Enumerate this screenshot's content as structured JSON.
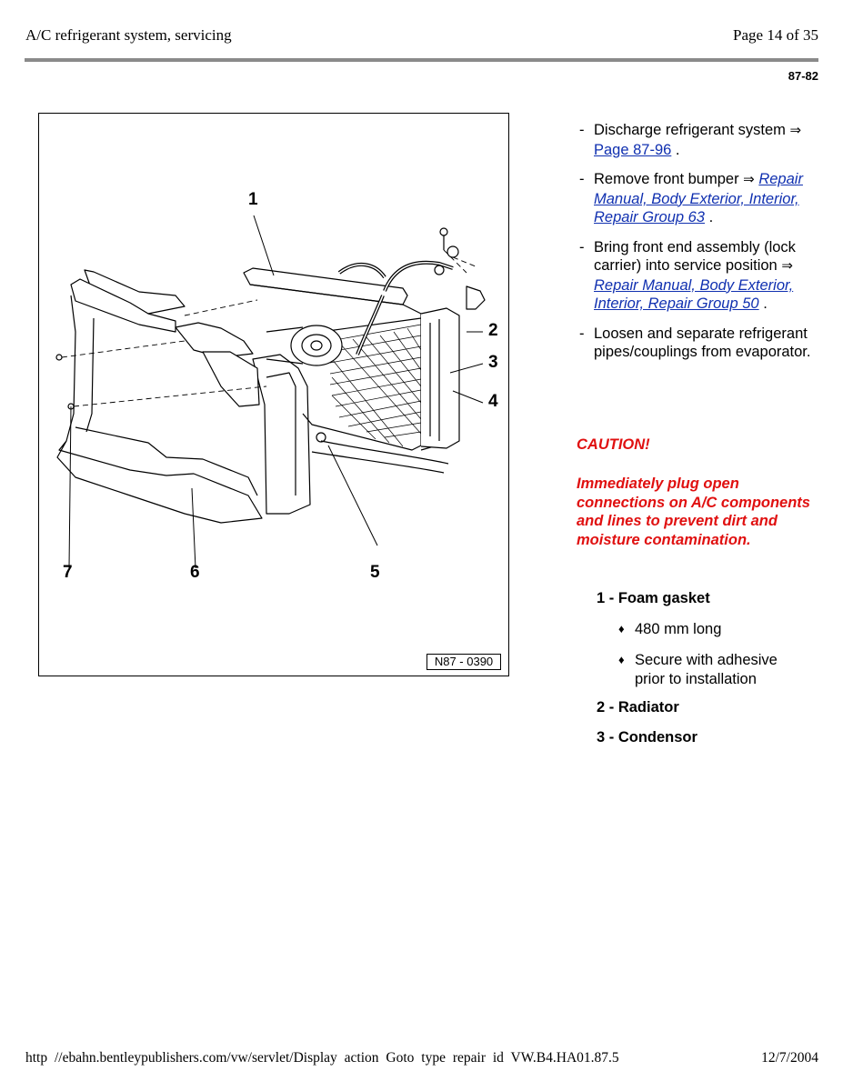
{
  "header": {
    "title": "A/C refrigerant system, servicing",
    "page": "Page 14 of 35",
    "section": "87-82"
  },
  "figure": {
    "code": "N87 - 0390",
    "callouts": [
      "1",
      "2",
      "3",
      "4",
      "5",
      "6",
      "7"
    ]
  },
  "steps": [
    {
      "text": "Discharge refrigerant system ",
      "link": "Page 87-96",
      "tail": " ."
    },
    {
      "text": "Remove front bumper ",
      "link": "Repair Manual, Body Exterior, Interior, Repair Group 63",
      "tail": " ."
    },
    {
      "text": "Bring front end assembly (lock carrier) into service position ",
      "link": "Repair Manual, Body Exterior, Interior, Repair Group 50",
      "tail": " ."
    },
    {
      "text": "Loosen and separate refrigerant pipes/couplings from evaporator.",
      "link": "",
      "tail": ""
    }
  ],
  "step_arrow": "⇒",
  "step_dash": "-",
  "caution": {
    "title": "CAUTION!",
    "body": "Immediately plug open connections on A/C components and lines to prevent dirt and moisture contamination."
  },
  "parts": [
    {
      "label": "1 - Foam gasket"
    },
    {
      "label": "2 - Radiator"
    },
    {
      "label": "3 - Condensor"
    }
  ],
  "part1_bullets": [
    "480 mm long",
    "Secure with adhesive prior to installation"
  ],
  "bullet_glyph": "♦",
  "footer": {
    "url": "http //ebahn.bentleypublishers.com/vw/servlet/Display action Goto type repair id VW.B4.HA01.87.5",
    "date": "12/7/2004"
  },
  "colors": {
    "link": "#1030b0",
    "caution": "#e01010",
    "rule": "#8a8a8a"
  }
}
